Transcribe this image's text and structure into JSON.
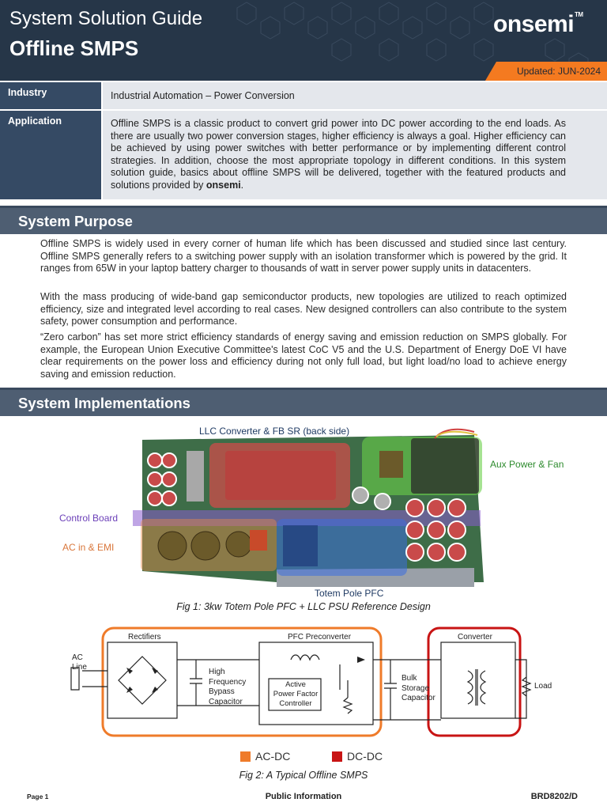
{
  "header": {
    "kicker": "System Solution Guide",
    "title": "Offline SMPS",
    "logo": "onsemi",
    "logo_mark": "TM",
    "updated": "Updated: JUN-2024"
  },
  "info": {
    "industry_label": "Industry",
    "industry_value": "Industrial Automation – Power Conversion",
    "application_label": "Application",
    "application_value": "Offline SMPS is a classic product to convert grid power into DC power according to the end loads. As there are usually two power conversion stages, higher efficiency is always a goal. Higher efficiency can be achieved by using power switches with better performance or by implementing different control strategies. In addition, choose the most appropriate topology in different conditions. In this system solution guide, basics about offline SMPS will be delivered, together with the featured products and solutions provided by ",
    "application_brand": "onsemi",
    "application_end": "."
  },
  "system_purpose": {
    "heading": "System Purpose",
    "paragraphs": [
      "Offline SMPS is widely used in every corner of human life which has been discussed and studied since last century. Offline SMPS generally refers to a switching power supply with an isolation transformer which is powered by the grid. It ranges from 65W in your laptop battery charger to thousands of watt in server power supply units in datacenters.",
      "With the mass producing of wide-band gap semiconductor products, new topologies are utilized to reach optimized efficiency, size and integrated level according to real cases. New designed controllers can also contribute to the system safety, power consumption and performance.",
      "“Zero carbon” has set more strict efficiency standards of energy saving and emission reduction on SMPS globally. For example, the European Union Executive Committee's latest CoC V5 and the U.S. Department of Energy DoE VI have clear requirements on the power loss and efficiency during not only full load, but light load/no load to achieve energy saving and emission reduction."
    ]
  },
  "system_implementations": {
    "heading": "System Implementations",
    "fig1": {
      "labels": {
        "llc": "LLC Converter & FB SR (back side)",
        "aux": "Aux Power & Fan",
        "control": "Control Board",
        "ac": "AC in & EMI",
        "pfc": "Totem Pole PFC"
      },
      "caption": "Fig 1: 3kw Totem Pole PFC + LLC PSU Reference Design",
      "colors": {
        "llc": "#d84a4a",
        "aux": "#6bd04a",
        "control": "#8a5bd0",
        "ac": "#e98a4a",
        "pfc": "#3a6ee0"
      }
    },
    "fig2": {
      "labels": {
        "ac_line": "AC\nLine",
        "rectifiers": "Rectifiers",
        "hf_cap": "High\nFrequency\nBypass\nCapacitor",
        "pfc_pre": "PFC Preconverter",
        "apfc": "Active\nPower Factor\nController",
        "bulk": "Bulk\nStorage\nCapacitor",
        "converter": "Converter",
        "load": "Load"
      },
      "legend": [
        {
          "label": "AC-DC",
          "color": "#ef7b2a"
        },
        {
          "label": "DC-DC",
          "color": "#c81414"
        }
      ],
      "caption": "Fig 2: A Typical Offline SMPS"
    }
  },
  "footer": {
    "page": "Page 1",
    "classification": "Public Information",
    "doc_code": "BRD8202/D"
  }
}
